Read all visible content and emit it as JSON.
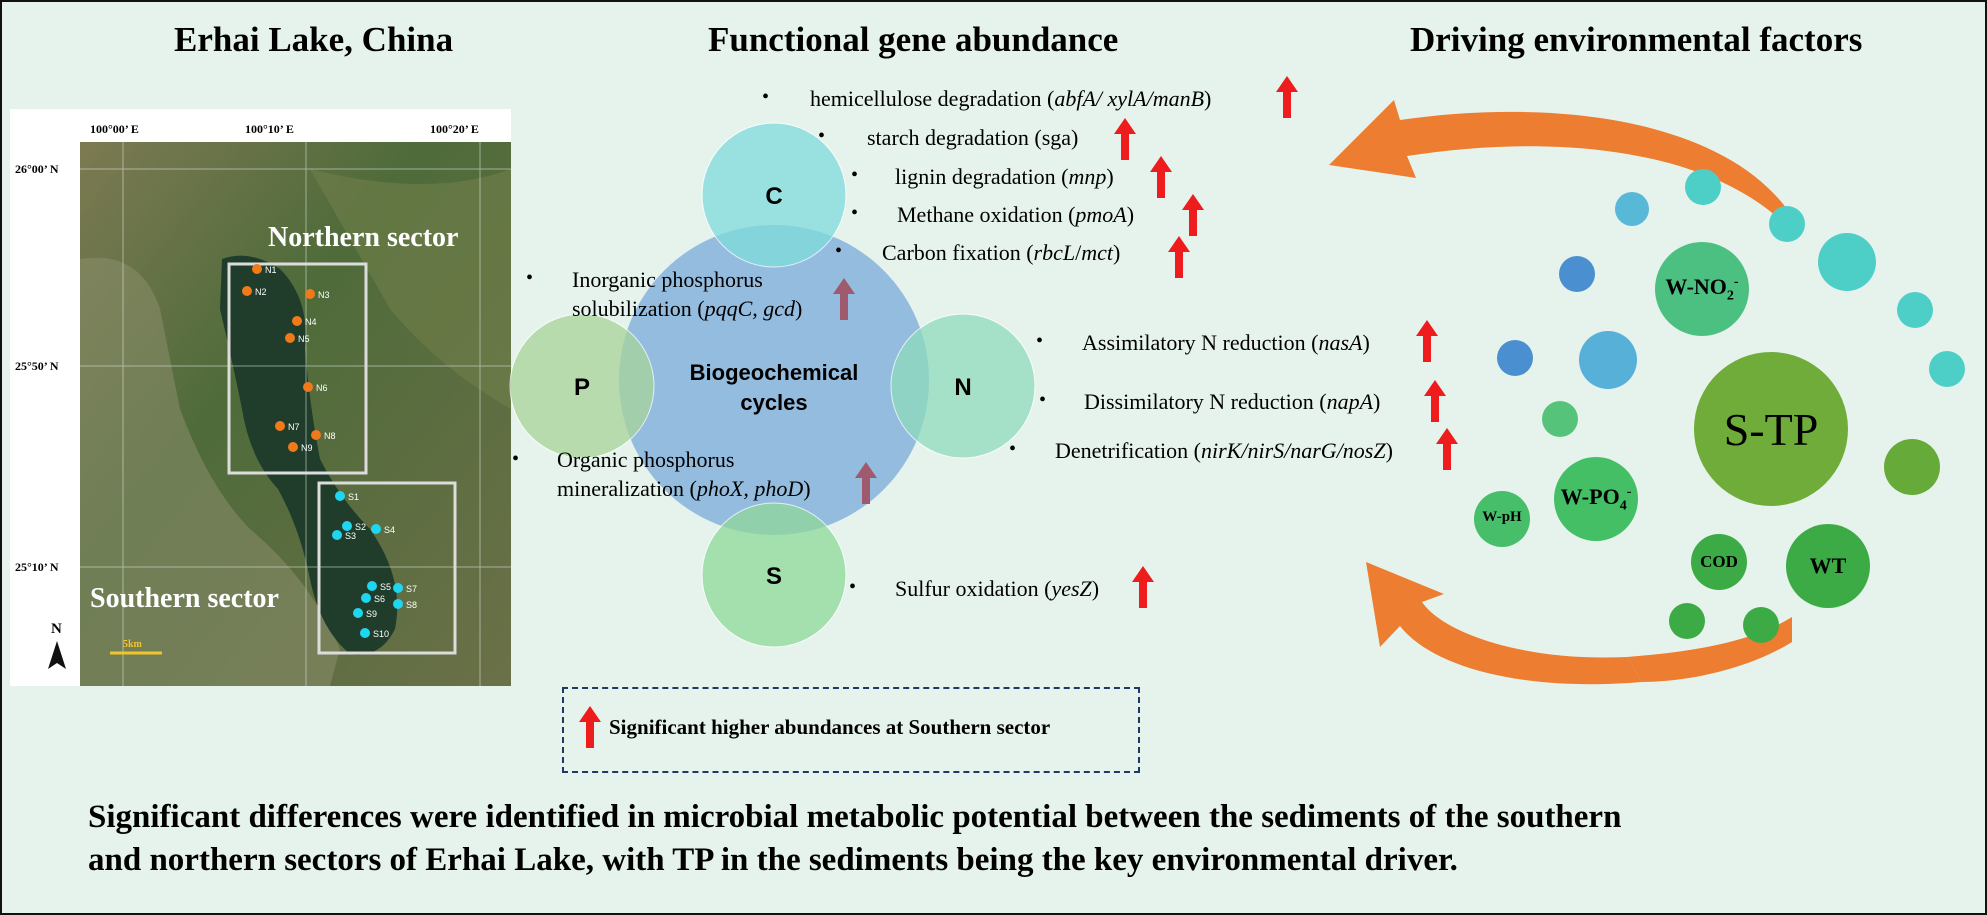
{
  "headings": {
    "left": "Erhai Lake, China",
    "middle": "Functional gene abundance",
    "right": "Driving environmental factors"
  },
  "map": {
    "lon_ticks": [
      "100°00’ E",
      "100°10’ E",
      "100°20’ E"
    ],
    "lat_ticks": [
      "26°00’ N",
      "25°50’ N",
      "25°10’ N"
    ],
    "northern_label": "Northern sector",
    "southern_label": "Southern sector",
    "north_sites": [
      "N1",
      "N2",
      "N3",
      "N4",
      "N5",
      "N6",
      "N7",
      "N8",
      "N9"
    ],
    "south_sites": [
      "S1",
      "S2",
      "S3",
      "S4",
      "S5",
      "S6",
      "S7",
      "S8",
      "S9",
      "S10"
    ],
    "north_arrow": "N",
    "scale": "5km",
    "site_colors": {
      "north": "#f07a1a",
      "south": "#1fd6f0"
    }
  },
  "cycles": {
    "center": "Biogeochemical cycles",
    "C": "C",
    "N": "N",
    "P": "P",
    "S": "S",
    "colors": {
      "center": "#8fb8de",
      "C": "#7fdcdc",
      "N": "#8edbbc",
      "P": "#a9d49a",
      "S": "#8fd99a"
    }
  },
  "genes": {
    "c1": {
      "text": "hemicellulose degradation (",
      "italic": "abfA/ xylA/manB",
      "end": ")"
    },
    "c2": {
      "text": "starch degradation (sga)"
    },
    "c3": {
      "text": "lignin degradation (",
      "italic": "mnp",
      "end": ")"
    },
    "c4": {
      "text": "Methane oxidation (",
      "italic": "pmoA",
      "end": ")"
    },
    "c5": {
      "text": "Carbon fixation (",
      "italic": "rbcL",
      "mid": "/",
      "italic2": "mct",
      "end": ")"
    },
    "p1a": "Inorganic phosphorus",
    "p1b": {
      "text": "solubilization (",
      "italic": "pqqC, gcd",
      "end": ")"
    },
    "p2a": "Organic phosphorus",
    "p2b": {
      "text": "mineralization (",
      "italic": "phoX, phoD",
      "end": ")"
    },
    "n1": {
      "text": "Assimilatory N reduction (",
      "italic": "nasA",
      "end": ")"
    },
    "n2": {
      "text": "Dissimilatory N reduction (",
      "italic": "napA",
      "end": ")"
    },
    "n3": {
      "text": "Denetrification (",
      "italic": "nirK/nirS/narG/nosZ",
      "end": ")"
    },
    "s1": {
      "text": "Sulfur oxidation (",
      "italic": "yesZ",
      "end": ")"
    }
  },
  "legend": "Significant higher abundances at Southern sector",
  "factors": {
    "stp": "S-TP",
    "wno2": "W-NO",
    "wno2_sub": "2",
    "wno2_sup": "-",
    "wpo4": "W-PO",
    "wpo4_sub": "4",
    "wpo4_sup": "-",
    "wph": "W-pH",
    "cod": "COD",
    "wt": "WT"
  },
  "conclusion": {
    "line1": "Significant differences were identified in microbial metabolic potential between the sediments of the southern",
    "line2": "and northern sectors of Erhai Lake, with TP in the sediments being the key environmental driver."
  },
  "colors": {
    "arrow_red": "#ee1c1c",
    "arrow_muted": "#a05a6e",
    "big_arrow": "#ed7d31"
  }
}
